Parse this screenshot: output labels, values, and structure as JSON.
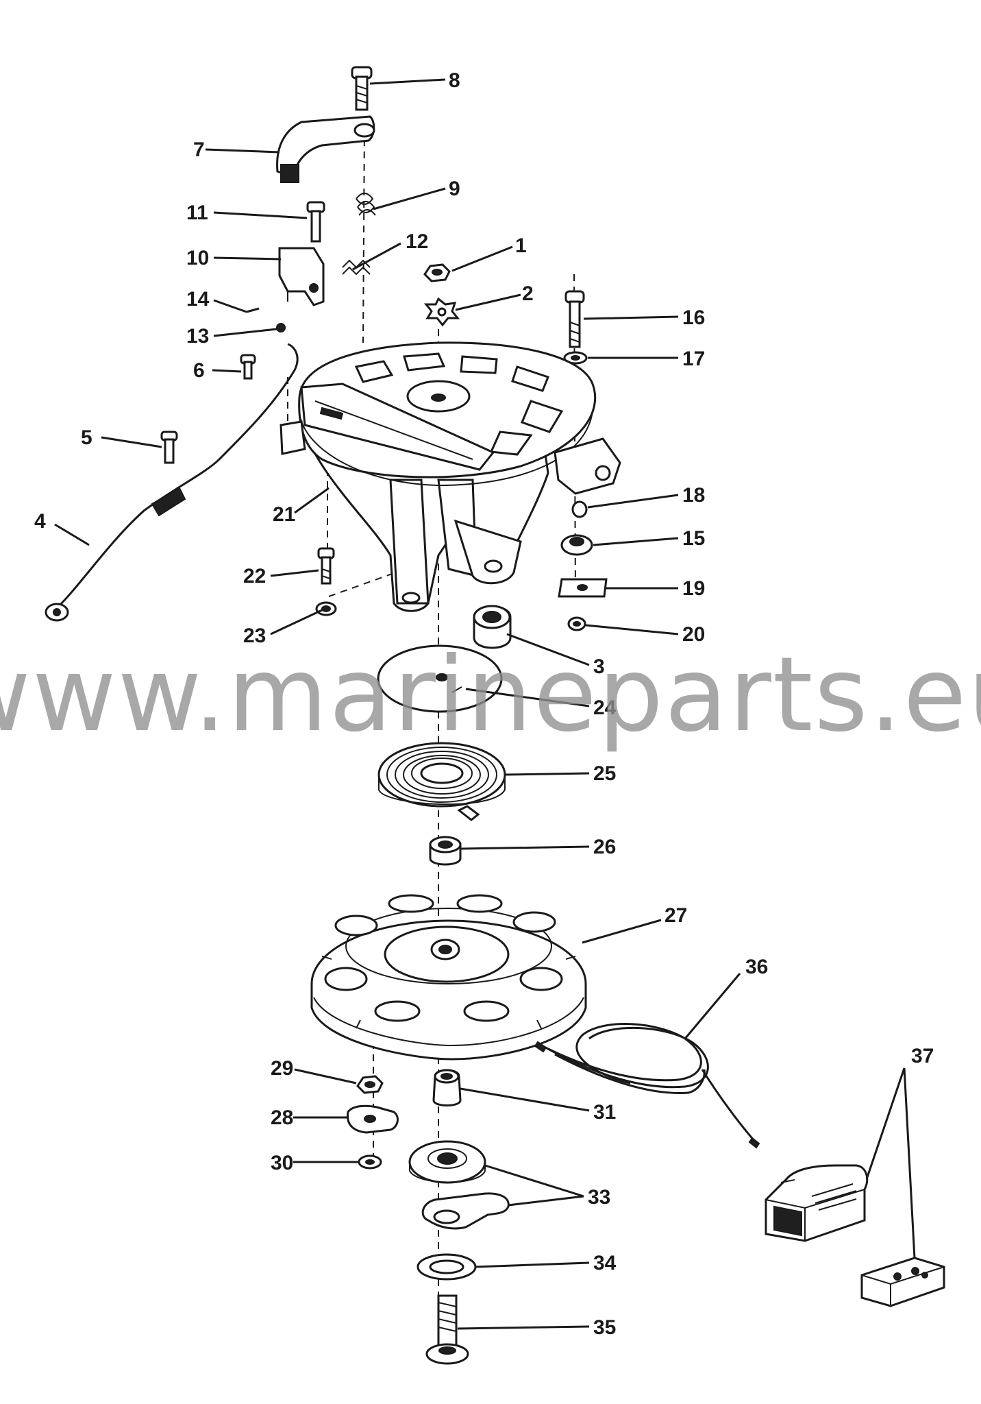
{
  "watermark": "www.marineparts.eu",
  "callouts": [
    {
      "id": "c1",
      "label": "1"
    },
    {
      "id": "c2",
      "label": "2"
    },
    {
      "id": "c3",
      "label": "3"
    },
    {
      "id": "c4",
      "label": "4"
    },
    {
      "id": "c5",
      "label": "5"
    },
    {
      "id": "c6",
      "label": "6"
    },
    {
      "id": "c7",
      "label": "7"
    },
    {
      "id": "c8",
      "label": "8"
    },
    {
      "id": "c9",
      "label": "9"
    },
    {
      "id": "c10",
      "label": "10"
    },
    {
      "id": "c11",
      "label": "11"
    },
    {
      "id": "c12",
      "label": "12"
    },
    {
      "id": "c13",
      "label": "13"
    },
    {
      "id": "c14",
      "label": "14"
    },
    {
      "id": "c15",
      "label": "15"
    },
    {
      "id": "c16",
      "label": "16"
    },
    {
      "id": "c17",
      "label": "17"
    },
    {
      "id": "c18",
      "label": "18"
    },
    {
      "id": "c19",
      "label": "19"
    },
    {
      "id": "c20",
      "label": "20"
    },
    {
      "id": "c21",
      "label": "21"
    },
    {
      "id": "c22",
      "label": "22"
    },
    {
      "id": "c23",
      "label": "23"
    },
    {
      "id": "c24",
      "label": "24"
    },
    {
      "id": "c25",
      "label": "25"
    },
    {
      "id": "c26",
      "label": "26"
    },
    {
      "id": "c27",
      "label": "27"
    },
    {
      "id": "c28",
      "label": "28"
    },
    {
      "id": "c29",
      "label": "29"
    },
    {
      "id": "c30",
      "label": "30"
    },
    {
      "id": "c31",
      "label": "31"
    },
    {
      "id": "c33",
      "label": "33"
    },
    {
      "id": "c34",
      "label": "34"
    },
    {
      "id": "c35",
      "label": "35"
    },
    {
      "id": "c36",
      "label": "36"
    },
    {
      "id": "c37",
      "label": "37"
    }
  ]
}
